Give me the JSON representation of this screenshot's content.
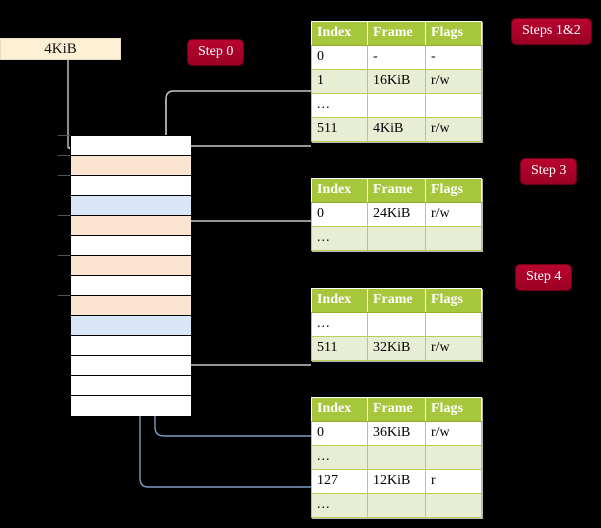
{
  "labels": {
    "frame_box": "4KiB",
    "step0": "Step 0",
    "steps12": "Steps 1&2",
    "step3": "Step 3",
    "step4": "Step 4"
  },
  "columns": {
    "index": "Index",
    "frame": "Frame",
    "flags": "Flags"
  },
  "tables": [
    {
      "id": "pml4-table",
      "rows": [
        {
          "index": "0",
          "frame": "-",
          "flags": "-"
        },
        {
          "index": "1",
          "frame": "16KiB",
          "flags": "r/w"
        },
        {
          "index": "...",
          "frame": "",
          "flags": ""
        },
        {
          "index": "511",
          "frame": "4KiB",
          "flags": "r/w"
        }
      ]
    },
    {
      "id": "pdpt-table",
      "rows": [
        {
          "index": "0",
          "frame": "24KiB",
          "flags": "r/w"
        },
        {
          "index": "...",
          "frame": "",
          "flags": ""
        }
      ]
    },
    {
      "id": "pd-table",
      "rows": [
        {
          "index": "...",
          "frame": "",
          "flags": ""
        },
        {
          "index": "511",
          "frame": "32KiB",
          "flags": "r/w"
        }
      ]
    },
    {
      "id": "pt-table",
      "rows": [
        {
          "index": "0",
          "frame": "36KiB",
          "flags": "r/w"
        },
        {
          "index": "...",
          "frame": "",
          "flags": ""
        },
        {
          "index": "127",
          "frame": "12KiB",
          "flags": "r"
        },
        {
          "index": "...",
          "frame": "",
          "flags": ""
        }
      ]
    }
  ],
  "memory_column": {
    "rows": [
      {
        "fill": "white"
      },
      {
        "fill": "orange"
      },
      {
        "fill": "white"
      },
      {
        "fill": "blue"
      },
      {
        "fill": "orange"
      },
      {
        "fill": "white"
      },
      {
        "fill": "orange"
      },
      {
        "fill": "white"
      },
      {
        "fill": "orange"
      },
      {
        "fill": "blue"
      },
      {
        "fill": "white"
      },
      {
        "fill": "white"
      },
      {
        "fill": "white"
      },
      {
        "fill": "white"
      }
    ]
  },
  "colors": {
    "badge": "#b5002b",
    "header_green": "#a6c73c",
    "alt_row": "#e8eed4",
    "highlight": "#f6f69c",
    "frame_box": "#fdf0d5",
    "mem_orange": "#fce5d0",
    "mem_blue": "#d9e6f7",
    "wire_gray": "#c8c8c8",
    "wire_blue": "#7e9cc4",
    "background": "#000000"
  }
}
